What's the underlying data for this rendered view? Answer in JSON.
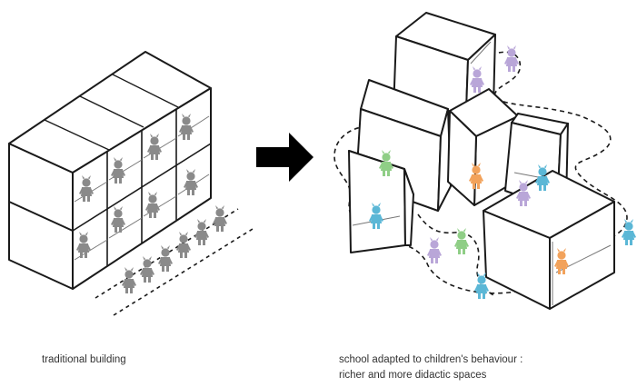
{
  "captions": {
    "left": "traditional building",
    "right_line1": "school adapted to children's behaviour :",
    "right_line2": "richer and more didactic spaces"
  },
  "colors": {
    "line": "#1a1a1a",
    "child_grey": "#8a8a8a",
    "child_purple": "#b9a6d8",
    "child_green": "#8fce86",
    "child_orange": "#f2a25b",
    "child_blue": "#5bb7d6",
    "arrow": "#000000"
  },
  "icons": {
    "arrow": "right-arrow-icon",
    "child": "child-figure-icon"
  }
}
